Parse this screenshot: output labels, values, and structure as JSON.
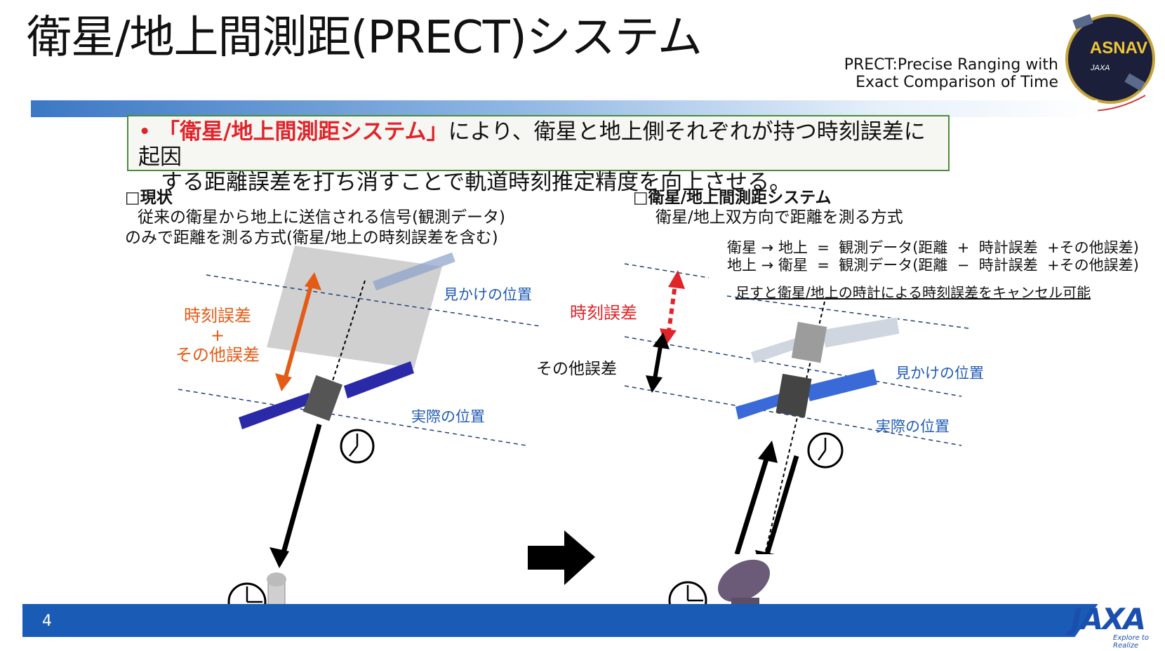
{
  "header": {
    "title": "衛星/地上間測距(PRECT)システム",
    "subtitle_line1": "PRECT:Precise Ranging with",
    "subtitle_line2": "Exact Comparison of Time",
    "badge_text": "ASNAV",
    "badge_small": "JAXA"
  },
  "callout": {
    "bullet": "•",
    "highlight": "「衛星/地上間測距システム」",
    "line1_rest": "により、衛星と地上側それぞれが持つ時刻誤差に起因",
    "line2": "する距離誤差を打ち消すことで軌道時刻推定精度を向上させる。"
  },
  "left_panel": {
    "heading": "□現状",
    "desc_line1": "従来の衛星から地上に送信される信号(観測データ)",
    "desc_line2": "のみで距離を測る方式(衛星/地上の時刻誤差を含む)",
    "apparent_label": "見かけの位置",
    "actual_label": "実際の位置",
    "error_line1": "時刻誤差",
    "error_line2": "+",
    "error_line3": "その他誤差"
  },
  "right_panel": {
    "heading": "□衛星/地上間測距システム",
    "desc": "衛星/地上双方向で距離を測る方式",
    "eq1": "衛星 → 地上  =  観測データ(距離  +  時計誤差  +その他誤差)",
    "eq2": "地上 → 衛星  =  観測データ(距離  −  時計誤差  +その他誤差)",
    "note": "足すと衛星/地上の時計による時刻誤差をキャンセル可能",
    "time_error": "時刻誤差",
    "other_error": "その他誤差",
    "apparent_label": "見かけの位置",
    "actual_label": "実際の位置"
  },
  "footer": {
    "page_number": "4",
    "logo_text": "JAXA",
    "tagline": "Explore to Realize"
  },
  "colors": {
    "accent_blue": "#1a5bb5",
    "label_blue": "#1f5bb5",
    "red": "#e0242a",
    "orange": "#e45b16",
    "callout_border": "#4a8c3a"
  }
}
